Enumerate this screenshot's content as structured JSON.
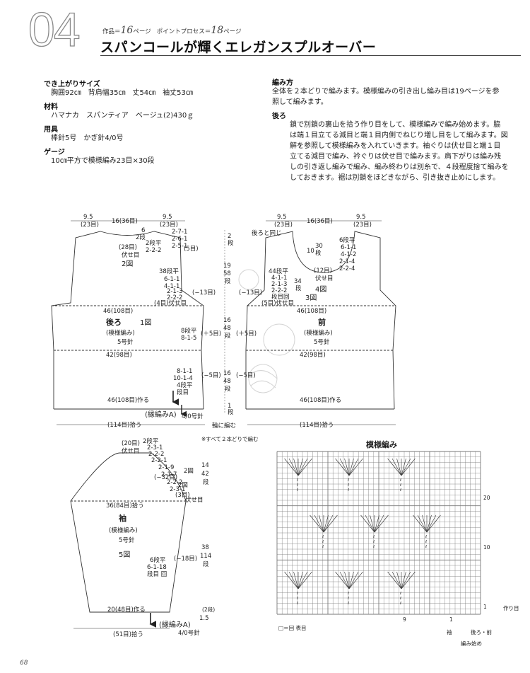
{
  "header": {
    "number": "04",
    "page_ref_label1": "作品＝",
    "page_ref_num1": "16",
    "page_ref_unit1": "ページ",
    "page_ref_label2": "ポイントプロセス＝",
    "page_ref_num2": "18",
    "page_ref_unit2": "ページ",
    "title": "スパンコールが輝くエレガンスプルオーバー"
  },
  "specs": {
    "size_heading": "でき上がりサイズ",
    "size_text": "胸囲92㎝　背肩幅35㎝　丈54㎝　袖丈53㎝",
    "material_heading": "材料",
    "material_text": "ハマナカ　スパンティア　ベージュ(2)430ｇ",
    "tools_heading": "用具",
    "tools_text": "棒針5号　かぎ針4/0号",
    "gauge_heading": "ゲージ",
    "gauge_text": "10㎝平方で模様編み23目×30段"
  },
  "method": {
    "heading": "編み方",
    "lines": [
      "全体を２本どりで編みます。模様編みの引き出し編み目は19ページを参",
      "照して編みます。"
    ],
    "back_heading": "後ろ",
    "back_lines": [
      "鎖で別鎖の裏山を拾う作り目をして、模様編みで編み始めます。脇",
      "は端１目立てる減目と端１目内側でねじり増し目をして編みます。図",
      "解を参照して模様編みを入れていきます。袖ぐりは伏せ目と端１目",
      "立てる減目で編み、衿ぐりは伏せ目で編みます。肩下がりは編み残",
      "しの引き返し編みで編み、編み終わりは別糸で、４段程度捨て編みを",
      "しておきます。裾は別鎖をほどきながら、引き抜き止めにします。"
    ]
  },
  "back_diagram": {
    "top_left": "9.5",
    "top_left_stitches": "(23目)",
    "top_mid": "16(36目)",
    "top_right": "9.5",
    "top_right_stitches": "(23目)",
    "neck_rows": "2段",
    "neck_num": "6",
    "neck_bind": "(28目)",
    "neck_bind2": "伏せ目",
    "neck_dec1": "2段平",
    "neck_dec2": "2-2-2",
    "shoulder1": "2-7-1",
    "shoulder2": "2-6-1",
    "shoulder3": "2-5-1",
    "shoulder4": "(5目)",
    "fig2": "2図",
    "arm1": "38段平",
    "arm2": "6-1-1",
    "arm3": "4-1-1",
    "arm4": "2-1-3",
    "arm5": "2-2-2",
    "arm_bind": "(4目)伏せ目",
    "arm_side": "(−13目)",
    "chest": "46(108目)",
    "name": "後ろ",
    "fig1": "1図",
    "pattern": "(模様編み)",
    "needle": "5号針",
    "inc1": "8段平",
    "inc2": "8-1-5",
    "inc_side": "(＋5目)",
    "waist": "42(98目)",
    "dec1": "8-1-1",
    "dec2": "10-1-4",
    "dec3": "4段平",
    "dec4": "段目",
    "dec_side": "(−5目)",
    "hem": "46(108目)作る",
    "border": "(縁編みA)",
    "border_needle": "4/0号針",
    "hem_pick": "(114目)拾う"
  },
  "center_column": {
    "v1": "2",
    "v1u": "段",
    "v2": "19",
    "v2b": "58",
    "v2u": "段",
    "v3": "16",
    "v3b": "48",
    "v3u": "段",
    "v4": "16",
    "v4b": "48",
    "v4u": "段",
    "v5": "1",
    "v5u": "段",
    "bottom": "輪に編む"
  },
  "front_diagram": {
    "top_left": "9.5",
    "top_left_stitches": "(23目)",
    "top_mid": "16(36目)",
    "top_right": "9.5",
    "top_right_stitches": "(23目)",
    "same_as_back": "後ろと同じ",
    "neck_rows": "30",
    "neck_num": "10",
    "neck_unit": "段",
    "neck1": "6段平",
    "neck2": "6-1-1",
    "neck3": "4-1-2",
    "neck4": "2-1-4",
    "neck5": "2-2-4",
    "neck_bind": "(12目)",
    "neck_bind2": "伏せ目",
    "fig4": "4図",
    "arm1": "44段平",
    "arm2": "4-1-1",
    "arm3": "2-1-3",
    "arm4": "2-2-2",
    "arm5": "段目回",
    "arm_bind": "(5目)伏せ目",
    "arm_side": "(−13目)",
    "side_rows": "34",
    "side_unit": "段",
    "fig3": "3図",
    "chest": "46(108目)",
    "name": "前",
    "pattern": "(模様編み)",
    "needle": "5号針",
    "inc_side": "(＋5目)",
    "waist": "42(98目)",
    "dec_side": "(−5目)",
    "hem": "46(108目)作る",
    "hem_pick": "(114目)拾う",
    "note": "※すべて２本どりで編む"
  },
  "sleeve_diagram": {
    "cap_bind": "(20目)",
    "cap_bind2": "伏せ目",
    "cap1": "2段平",
    "cap2": "2-3-1",
    "cap3": "2-2-2",
    "cap4": "2-2-1",
    "cap5": "2-1-9",
    "cap6": "2-1-7",
    "cap7": "2-2-2",
    "cap8": "2-3-1",
    "cap_rows": "14",
    "cap_rows_b": "42",
    "cap_unit": "段",
    "cap_side": "(−32目)",
    "cap_fig": "2図",
    "cap_fig2": "2図",
    "cap_bottom": "(3目)",
    "cap_bottom2": "伏せ目",
    "width": "36(84目)拾う",
    "name": "袖",
    "pattern": "(模様編み)",
    "needle": "5号針",
    "fig5": "5図",
    "side1": "6段平",
    "side2": "6-1-18",
    "side3": "段目 回",
    "side_dec": "(−18目)",
    "len": "38",
    "len_b": "114",
    "len_unit": "段",
    "cuff": "20(48目)作る",
    "cuff_rows": "(2段)",
    "cuff_cm": "1.5",
    "border": "(縁編みA)",
    "border_needle": "4/0号針",
    "cuff_pick": "(51目)拾う"
  },
  "chart": {
    "title": "模様編み",
    "cast_on": "作り目",
    "row20": "20",
    "row10": "10",
    "row1": "1",
    "col9": "9",
    "col1": "1",
    "legend": "□＝回 表目",
    "sleeve": "袖",
    "body": "後ろ・前",
    "start": "編み始め"
  },
  "folio": "68"
}
